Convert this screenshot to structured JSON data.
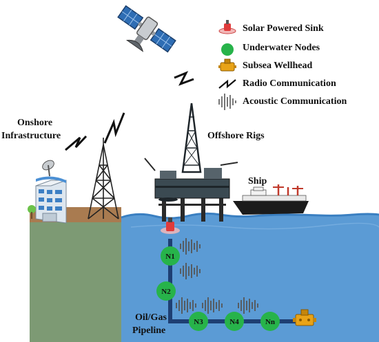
{
  "legend": {
    "sink": "Solar Powered Sink",
    "nodes": "Underwater Nodes",
    "wellhead": "Subsea Wellhead",
    "radio": "Radio Communication",
    "acoustic": "Acoustic Communication"
  },
  "labels": {
    "onshore_line1": "Onshore",
    "onshore_line2": "Infrastructure",
    "offshore": "Offshore Rigs",
    "ship": "Ship",
    "pipeline_line1": "Oil/Gas",
    "pipeline_line2": "Pipeline"
  },
  "nodes": [
    "N1",
    "N2",
    "N3",
    "N4",
    "Nn"
  ],
  "colors": {
    "water": "#5b9bd5",
    "water_surface": "#3a7fc1",
    "land": "#7d9a74",
    "soil": "#a97b50",
    "node": "#27b34a",
    "pipeline": "#1e3f73",
    "sink": "#e03b3b"
  },
  "icons": [
    "satellite-icon",
    "radio-tower-icon",
    "building-icon",
    "oil-rig-icon",
    "ship-icon",
    "wellhead-icon",
    "radio-wave-icon",
    "acoustic-wave-icon"
  ]
}
